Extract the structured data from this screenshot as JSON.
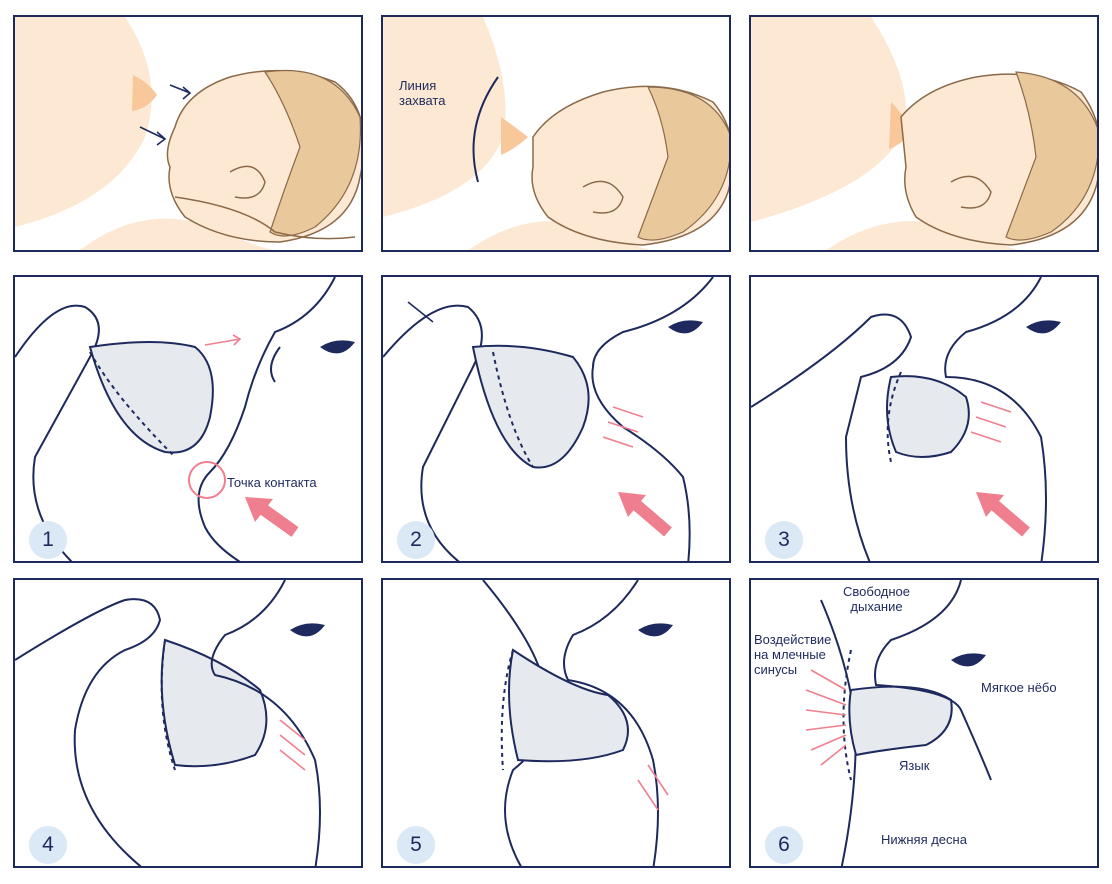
{
  "labels": {
    "latch_line": "Линия\nзахвата",
    "contact_point": "Точка контакта",
    "free_breathing": "Свободное\nдыхание",
    "milk_sinuses": "Воздействие\nна млечные\nсинусы",
    "soft_palate": "Мягкое нёбо",
    "tongue": "Язык",
    "lower_gum": "Нижняя десна"
  },
  "steps": [
    "1",
    "2",
    "3",
    "4",
    "5",
    "6"
  ],
  "icons": [
    "eye-icon",
    "arrow-icon",
    "big-arrow-icon",
    "contact-circle-icon"
  ],
  "colors": {
    "line": "#1e2a5e",
    "skin": "#fde9d3",
    "hair": "#e9c89c",
    "arrow": "#ef7f8e",
    "breast": "#e6e9ee",
    "badge": "#dbe8f5"
  }
}
